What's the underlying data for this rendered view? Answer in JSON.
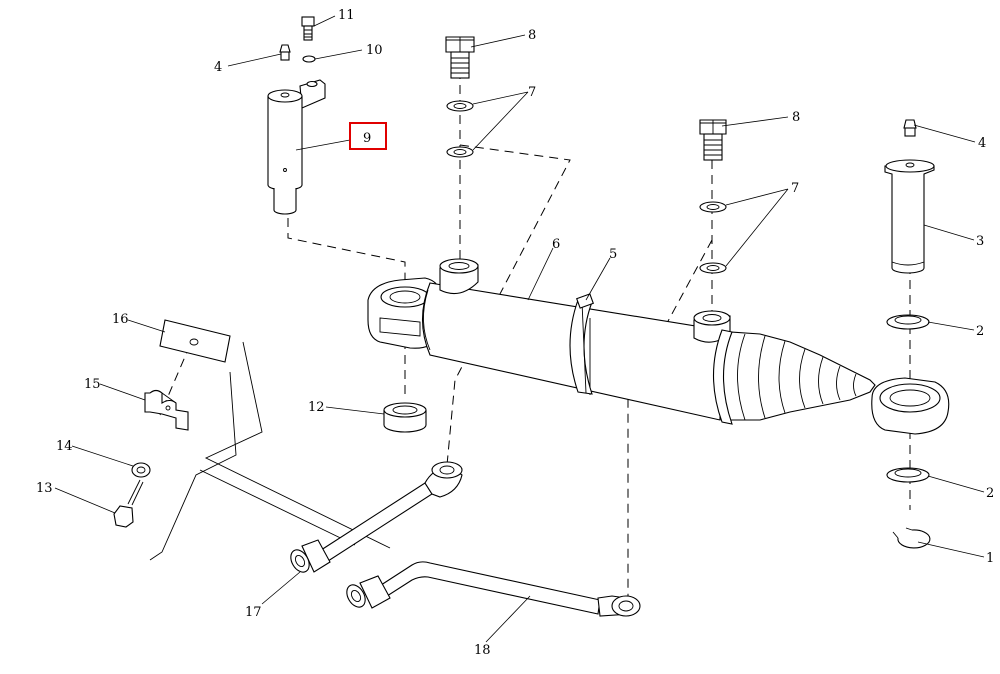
{
  "highlight": {
    "label": "9",
    "color": "#e00000"
  },
  "callouts": [
    {
      "id": "c11",
      "text": "11"
    },
    {
      "id": "c10",
      "text": "10"
    },
    {
      "id": "c4a",
      "text": "4"
    },
    {
      "id": "c9",
      "text": "9"
    },
    {
      "id": "c8a",
      "text": "8"
    },
    {
      "id": "c7a",
      "text": "7"
    },
    {
      "id": "c8b",
      "text": "8"
    },
    {
      "id": "c7b",
      "text": "7"
    },
    {
      "id": "c6",
      "text": "6"
    },
    {
      "id": "c5",
      "text": "5"
    },
    {
      "id": "c4b",
      "text": "4"
    },
    {
      "id": "c3",
      "text": "3"
    },
    {
      "id": "c2a",
      "text": "2"
    },
    {
      "id": "c2b",
      "text": "2"
    },
    {
      "id": "c1",
      "text": "1"
    },
    {
      "id": "c16",
      "text": "16"
    },
    {
      "id": "c15",
      "text": "15"
    },
    {
      "id": "c14",
      "text": "14"
    },
    {
      "id": "c13",
      "text": "13"
    },
    {
      "id": "c12",
      "text": "12"
    },
    {
      "id": "c17",
      "text": "17"
    },
    {
      "id": "c18",
      "text": "18"
    }
  ]
}
